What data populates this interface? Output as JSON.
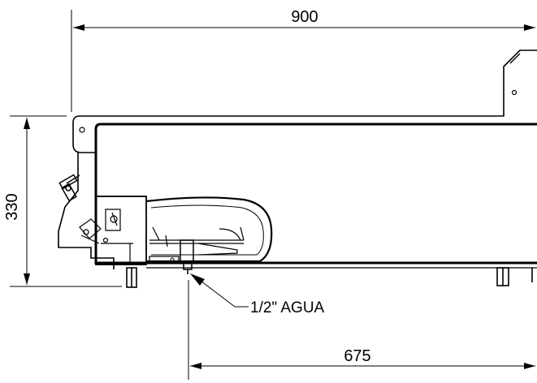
{
  "dimensions": {
    "overall_width": "900",
    "height": "330",
    "water_inlet_offset": "675"
  },
  "callouts": {
    "water_inlet": "1/2\" AGUA"
  },
  "colors": {
    "line": "#000000",
    "background": "#ffffff"
  }
}
